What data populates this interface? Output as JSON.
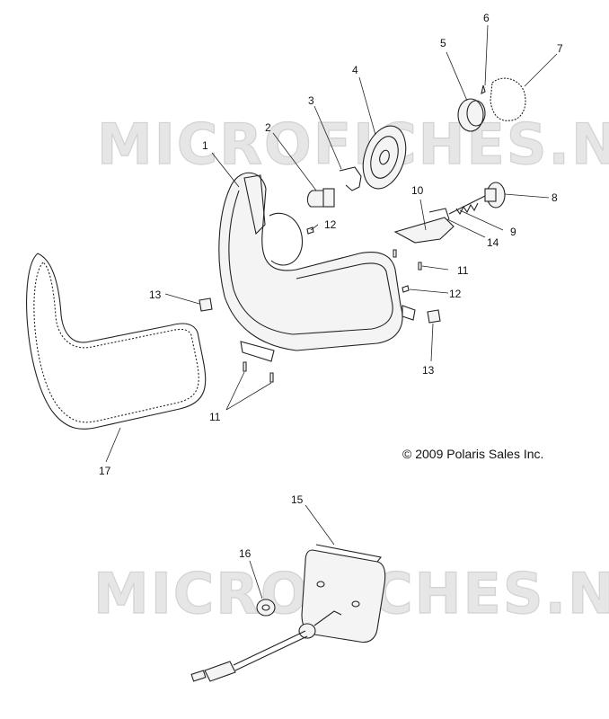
{
  "watermark": "MICROFICHES.NET",
  "copyright": "© 2009 Polaris Sales Inc.",
  "callouts": [
    {
      "id": "c1",
      "text": "1"
    },
    {
      "id": "c2",
      "text": "2"
    },
    {
      "id": "c3",
      "text": "3"
    },
    {
      "id": "c4",
      "text": "4"
    },
    {
      "id": "c5",
      "text": "5"
    },
    {
      "id": "c6",
      "text": "6"
    },
    {
      "id": "c7",
      "text": "7"
    },
    {
      "id": "c8",
      "text": "8"
    },
    {
      "id": "c9",
      "text": "9"
    },
    {
      "id": "c10",
      "text": "10"
    },
    {
      "id": "c11a",
      "text": "11"
    },
    {
      "id": "c11b",
      "text": "11"
    },
    {
      "id": "c12a",
      "text": "12"
    },
    {
      "id": "c12b",
      "text": "12"
    },
    {
      "id": "c13a",
      "text": "13"
    },
    {
      "id": "c13b",
      "text": "13"
    },
    {
      "id": "c14",
      "text": "14"
    },
    {
      "id": "c15",
      "text": "15"
    },
    {
      "id": "c16",
      "text": "16"
    },
    {
      "id": "c17",
      "text": "17"
    }
  ]
}
